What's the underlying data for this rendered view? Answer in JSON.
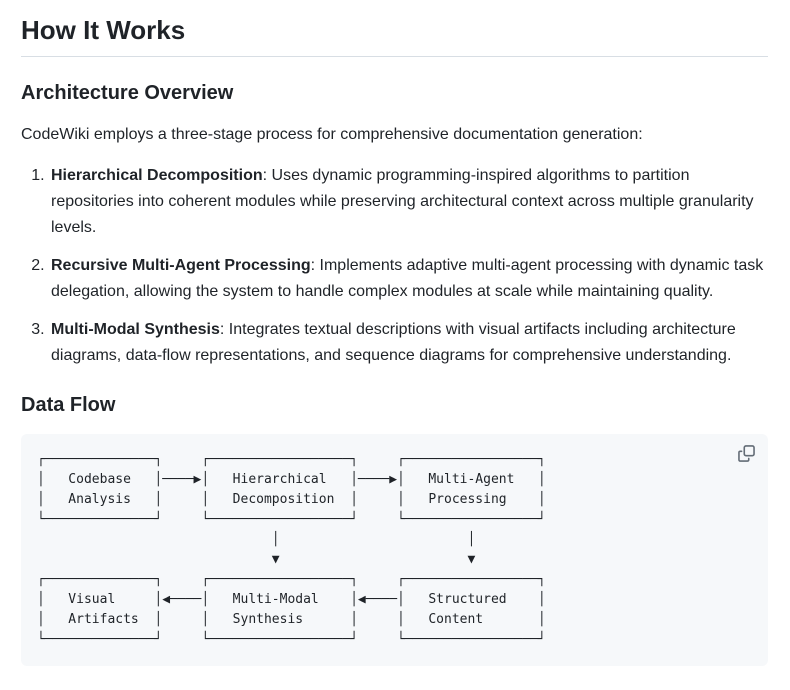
{
  "page": {
    "title": "How It Works"
  },
  "architecture": {
    "heading": "Architecture Overview",
    "intro": "CodeWiki employs a three-stage process for comprehensive documentation generation:",
    "steps": [
      {
        "term": "Hierarchical Decomposition",
        "desc": ": Uses dynamic programming-inspired algorithms to partition repositories into coherent modules while preserving architectural context across multiple granularity levels."
      },
      {
        "term": "Recursive Multi-Agent Processing",
        "desc": ": Implements adaptive multi-agent processing with dynamic task delegation, allowing the system to handle complex modules at scale while maintaining quality."
      },
      {
        "term": "Multi-Modal Synthesis",
        "desc": ": Integrates textual descriptions with visual artifacts including architecture diagrams, data-flow representations, and sequence diagrams for comprehensive understanding."
      }
    ]
  },
  "data_flow": {
    "heading": "Data Flow",
    "copy_button_label": "Copy",
    "diagram": "┌──────────────┐     ┌──────────────────┐     ┌─────────────────┐\n│   Codebase   │────▶│   Hierarchical   │────▶│   Multi-Agent   │\n│   Analysis   │     │   Decomposition  │     │   Processing    │\n└──────────────┘     └──────────────────┘     └─────────────────┘\n                              │                        │\n                              ▼                        ▼\n┌──────────────┐     ┌──────────────────┐     ┌─────────────────┐\n│   Visual     │◀────│   Multi-Modal    │◀────│   Structured    │\n│   Artifacts  │     │   Synthesis      │     │   Content       │\n└──────────────┘     └──────────────────┘     └─────────────────┘",
    "nodes": [
      "Codebase Analysis",
      "Hierarchical Decomposition",
      "Multi-Agent Processing",
      "Structured Content",
      "Multi-Modal Synthesis",
      "Visual Artifacts"
    ],
    "edges": [
      "Codebase Analysis -> Hierarchical Decomposition",
      "Hierarchical Decomposition -> Multi-Agent Processing",
      "Hierarchical Decomposition -> Multi-Modal Synthesis",
      "Multi-Agent Processing -> Structured Content",
      "Structured Content -> Multi-Modal Synthesis",
      "Multi-Modal Synthesis -> Visual Artifacts"
    ]
  },
  "colors": {
    "text": "#1f2328",
    "border": "#d8dee4",
    "code-bg": "#f6f8fa",
    "icon": "#636c76"
  }
}
